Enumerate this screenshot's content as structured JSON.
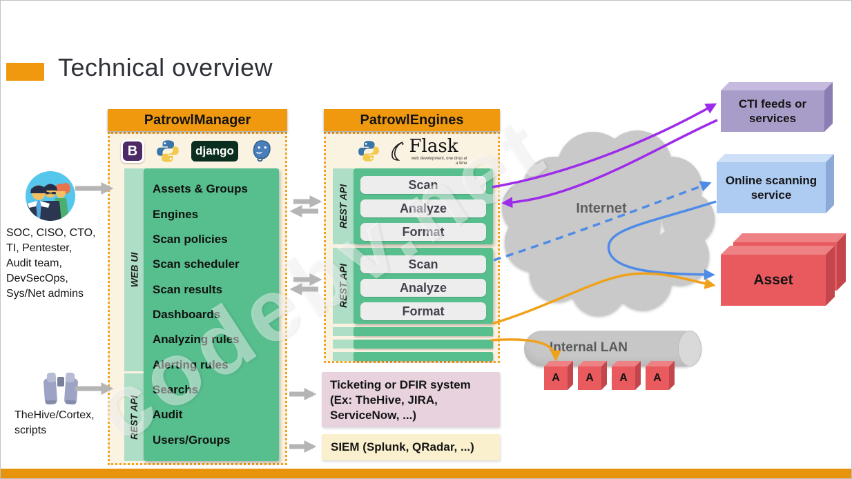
{
  "title": "Technical overview",
  "watermark": "codebv.net",
  "actors": {
    "users_label": "SOC, CISO, CTO, TI, Pentester, Audit team, DevSecOps, Sys/Net admins",
    "scripts_label": "TheHive/Cortex, scripts"
  },
  "manager": {
    "title": "PatrowlManager",
    "web_ui_label": "WEB UI",
    "rest_api_label": "REST API",
    "logos": {
      "bootstrap": "B",
      "django": "django"
    },
    "items": [
      "Assets & Groups",
      "Engines",
      "Scan policies",
      "Scan scheduler",
      "Scan results",
      "Dashboards",
      "Analyzing rules",
      "Alerting rules",
      "Searchs",
      "Audit",
      "Users/Groups"
    ]
  },
  "engines": {
    "title": "PatrowlEngines",
    "flask_label": "Flask",
    "flask_tagline": "web development, one drop at a time",
    "blocks": [
      {
        "label": "REST API",
        "buttons": [
          "Scan",
          "Analyze",
          "Format"
        ]
      },
      {
        "label": "REST API",
        "buttons": [
          "Scan",
          "Analyze",
          "Format"
        ]
      }
    ]
  },
  "integrations": {
    "ticketing": "Ticketing or DFIR system (Ex: TheHive, JIRA, ServiceNow, ...)",
    "siem": "SIEM (Splunk, QRadar, ...)"
  },
  "network": {
    "internet_label": "Internet",
    "lan_label": "Internal LAN",
    "lan_nodes": [
      "A",
      "A",
      "A",
      "A"
    ]
  },
  "external": {
    "cti": "CTI feeds or services",
    "online_scanner": "Online scanning service",
    "asset": "Asset"
  },
  "colors": {
    "accent_orange": "#F0990F",
    "green": "#57BE8D",
    "light_green": "#AFDEC6",
    "cream": "#FBF3E2",
    "purple_arrow": "#9D2BEA",
    "blue_arrow": "#4E8BE8",
    "orange_arrow": "#F0A11C",
    "gray_arrow": "#B5B5B5",
    "red": "#E85A5E"
  }
}
